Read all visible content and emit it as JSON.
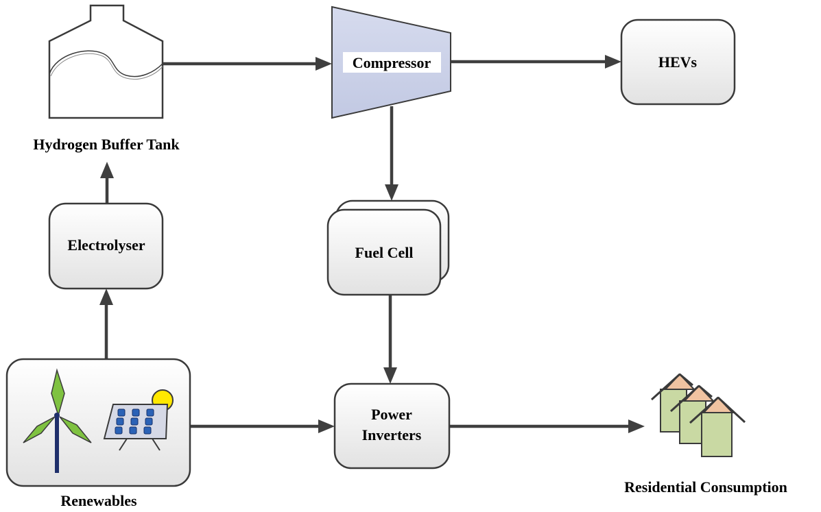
{
  "nodes": {
    "hydrogen_tank": {
      "label": "Hydrogen Buffer Tank"
    },
    "compressor": {
      "label": "Compressor"
    },
    "hevs": {
      "label": "HEVs"
    },
    "electrolyser": {
      "label": "Electrolyser"
    },
    "fuel_cell": {
      "label": "Fuel Cell"
    },
    "renewables": {
      "label": "Renewables"
    },
    "power_inverters": {
      "label_line1": "Power",
      "label_line2": "Inverters"
    },
    "residential": {
      "label": "Residential Consumption"
    }
  },
  "colors": {
    "box_fill_top": "#ffffff",
    "box_fill_bottom": "#e4e4e4",
    "arrow": "#3f3f3f",
    "compressor_fill": "#c9cfe6",
    "wind_blade": "#7fc241",
    "wind_tower": "#1f2f6b",
    "solar_cell": "#2b62b6",
    "sun": "#ffe800",
    "house_body": "#c9d9a3",
    "house_roof": "#f0c3a1"
  },
  "icons": [
    "tank-icon",
    "wind-turbine-icon",
    "solar-panel-icon",
    "sun-icon",
    "houses-icon"
  ]
}
